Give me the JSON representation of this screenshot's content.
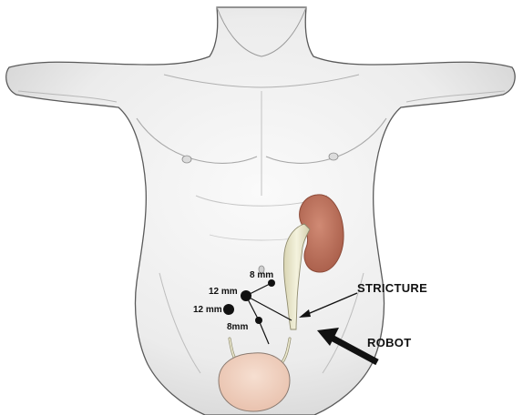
{
  "labels": {
    "port_8mm_upper": "8 mm",
    "port_12mm_camera": "12 mm",
    "port_12mm_assist": "12 mm",
    "port_8mm_lower": "8mm",
    "stricture": "STRICTURE",
    "robot": "ROBOT"
  },
  "colors": {
    "skin": "#f3f3f3",
    "outline": "#5a5a5a",
    "kidney": "#c47963",
    "ureter": "#ece9cf",
    "bladder": "#f1d3c2",
    "port": "#111111"
  }
}
